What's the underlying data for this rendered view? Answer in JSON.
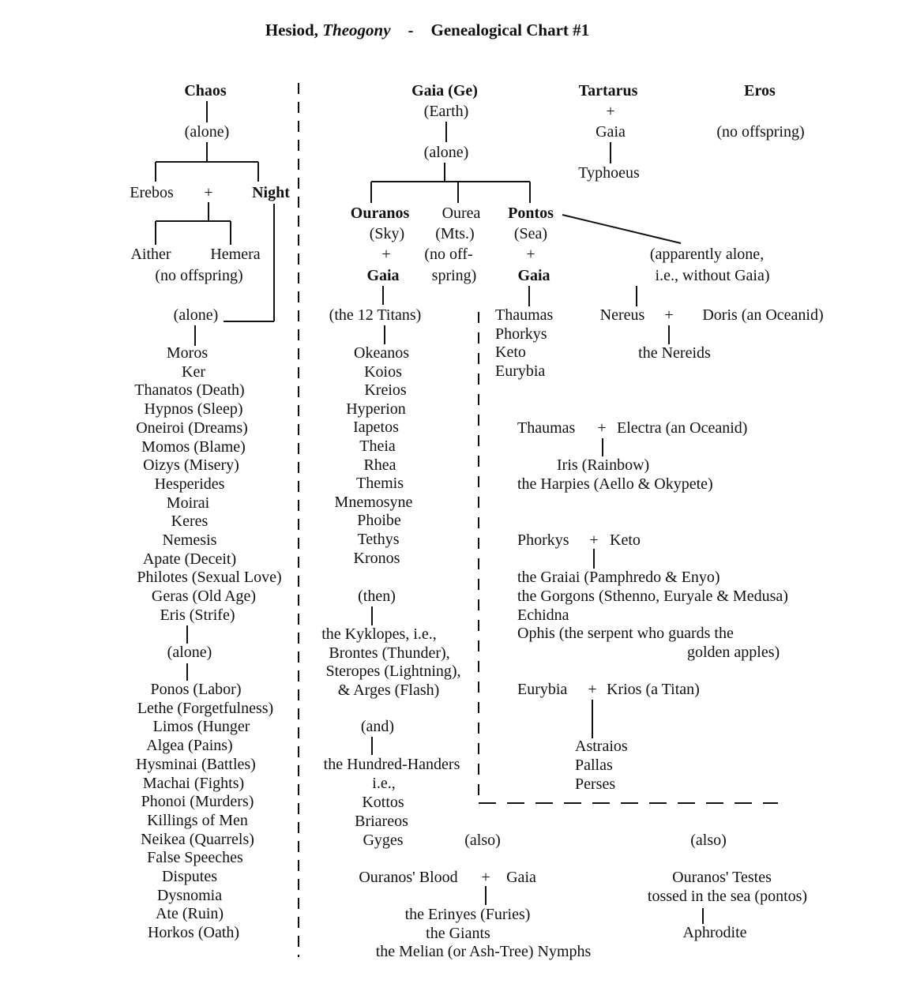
{
  "title": {
    "prefix": "Hesiod, ",
    "work": "Theogony",
    "sep": "-",
    "rest": "Genealogical Chart #1"
  },
  "labels": {
    "chaos": "Chaos",
    "chaos_alone": "(alone)",
    "erebos": "Erebos",
    "erebos_plus": "+",
    "night": "Night",
    "aither": "Aither",
    "hemera": "Hemera",
    "aither_no_offspring": "(no offspring)",
    "night_alone": "(alone)",
    "eris_alone": "(alone)",
    "gaia": "Gaia (Ge)",
    "gaia_earth": "(Earth)",
    "gaia_alone": "(alone)",
    "ouranos": "Ouranos",
    "ouranos_sky": "(Sky)",
    "ouranos_plus": "+",
    "ouranos_gaia": "Gaia",
    "ourea": "Ourea",
    "ourea_mts": "(Mts.)",
    "ourea_no_off": "(no off-",
    "ourea_spring": "spring)",
    "pontos": "Pontos",
    "pontos_sea": "(Sea)",
    "pontos_plus": "+",
    "pontos_gaia": "Gaia",
    "titans_header": "(the 12 Titans)",
    "then": "(then)",
    "and": "(and)",
    "also_mid": "(also)",
    "ouranos_blood": "Ouranos' Blood",
    "blood_plus": "+",
    "blood_gaia": "Gaia",
    "tartarus": "Tartarus",
    "tartarus_plus": "+",
    "tartarus_gaia": "Gaia",
    "typhoeus": "Typhoeus",
    "eros": "Eros",
    "eros_no_offspring": "(no offspring)",
    "apparently_alone": "(apparently alone,",
    "without_gaia": "i.e., without Gaia)",
    "nereus": "Nereus",
    "nereus_plus": "+",
    "doris": "Doris (an Oceanid)",
    "nereids": "the Nereids",
    "thaumas": "Thaumas",
    "thaumas_plus": "+",
    "electra": "Electra (an Oceanid)",
    "phorkys": "Phorkys",
    "phorkys_plus": "+",
    "keto": "Keto",
    "eurybia": "Eurybia",
    "eurybia_plus": "+",
    "krios": "Krios (a Titan)",
    "also_right": "(also)",
    "ouranos_testes": "Ouranos' Testes",
    "tossed": "tossed in the sea (pontos)",
    "aphrodite": "Aphrodite"
  },
  "lists": {
    "night_children": [
      "Moros",
      "Ker",
      "Thanatos (Death)",
      "Hypnos (Sleep)",
      "Oneiroi (Dreams)",
      "Momos (Blame)",
      "Oizys (Misery)",
      "Hesperides",
      "Moirai",
      "Keres",
      "Nemesis",
      "Apate (Deceit)",
      "Philotes (Sexual Love)",
      "Geras (Old Age)",
      "Eris (Strife)"
    ],
    "eris_children": [
      "Ponos (Labor)",
      "Lethe (Forgetfulness)",
      "Limos (Hunger",
      "Algea (Pains)",
      "Hysminai (Battles)",
      "Machai (Fights)",
      "Phonoi (Murders)",
      "Killings of Men",
      "Neikea (Quarrels)",
      "False Speeches",
      "Disputes",
      "Dysnomia",
      "Ate (Ruin)",
      "Horkos (Oath)"
    ],
    "titans": [
      "Okeanos",
      "Koios",
      "Kreios",
      "Hyperion",
      "Iapetos",
      "Theia",
      "Rhea",
      "Themis",
      "Mnemosyne",
      "Phoibe",
      "Tethys",
      "Kronos"
    ],
    "kyklopes": [
      "the Kyklopes, i.e.,",
      "Brontes (Thunder),",
      "Steropes (Lightning),",
      "& Arges (Flash)"
    ],
    "hundred_handers": [
      "the Hundred-Handers",
      "i.e.,",
      "Kottos",
      "Briareos",
      "Gyges"
    ],
    "pontos_children": [
      "Thaumas",
      "Phorkys",
      "Keto",
      "Eurybia"
    ],
    "thaumas_children": [
      "Iris (Rainbow)",
      "the Harpies (Aello & Okypete)"
    ],
    "phorkys_children": [
      "the Graiai (Pamphredo & Enyo)",
      "the Gorgons (Sthenno, Euryale & Medusa)",
      "Echidna",
      "Ophis (the serpent who guards the",
      "golden apples)"
    ],
    "eurybia_children": [
      "Astraios",
      "Pallas",
      "Perses"
    ],
    "blood_children": [
      "the Erinyes (Furies)",
      "the Giants",
      "the Melian (or Ash-Tree) Nymphs"
    ]
  }
}
